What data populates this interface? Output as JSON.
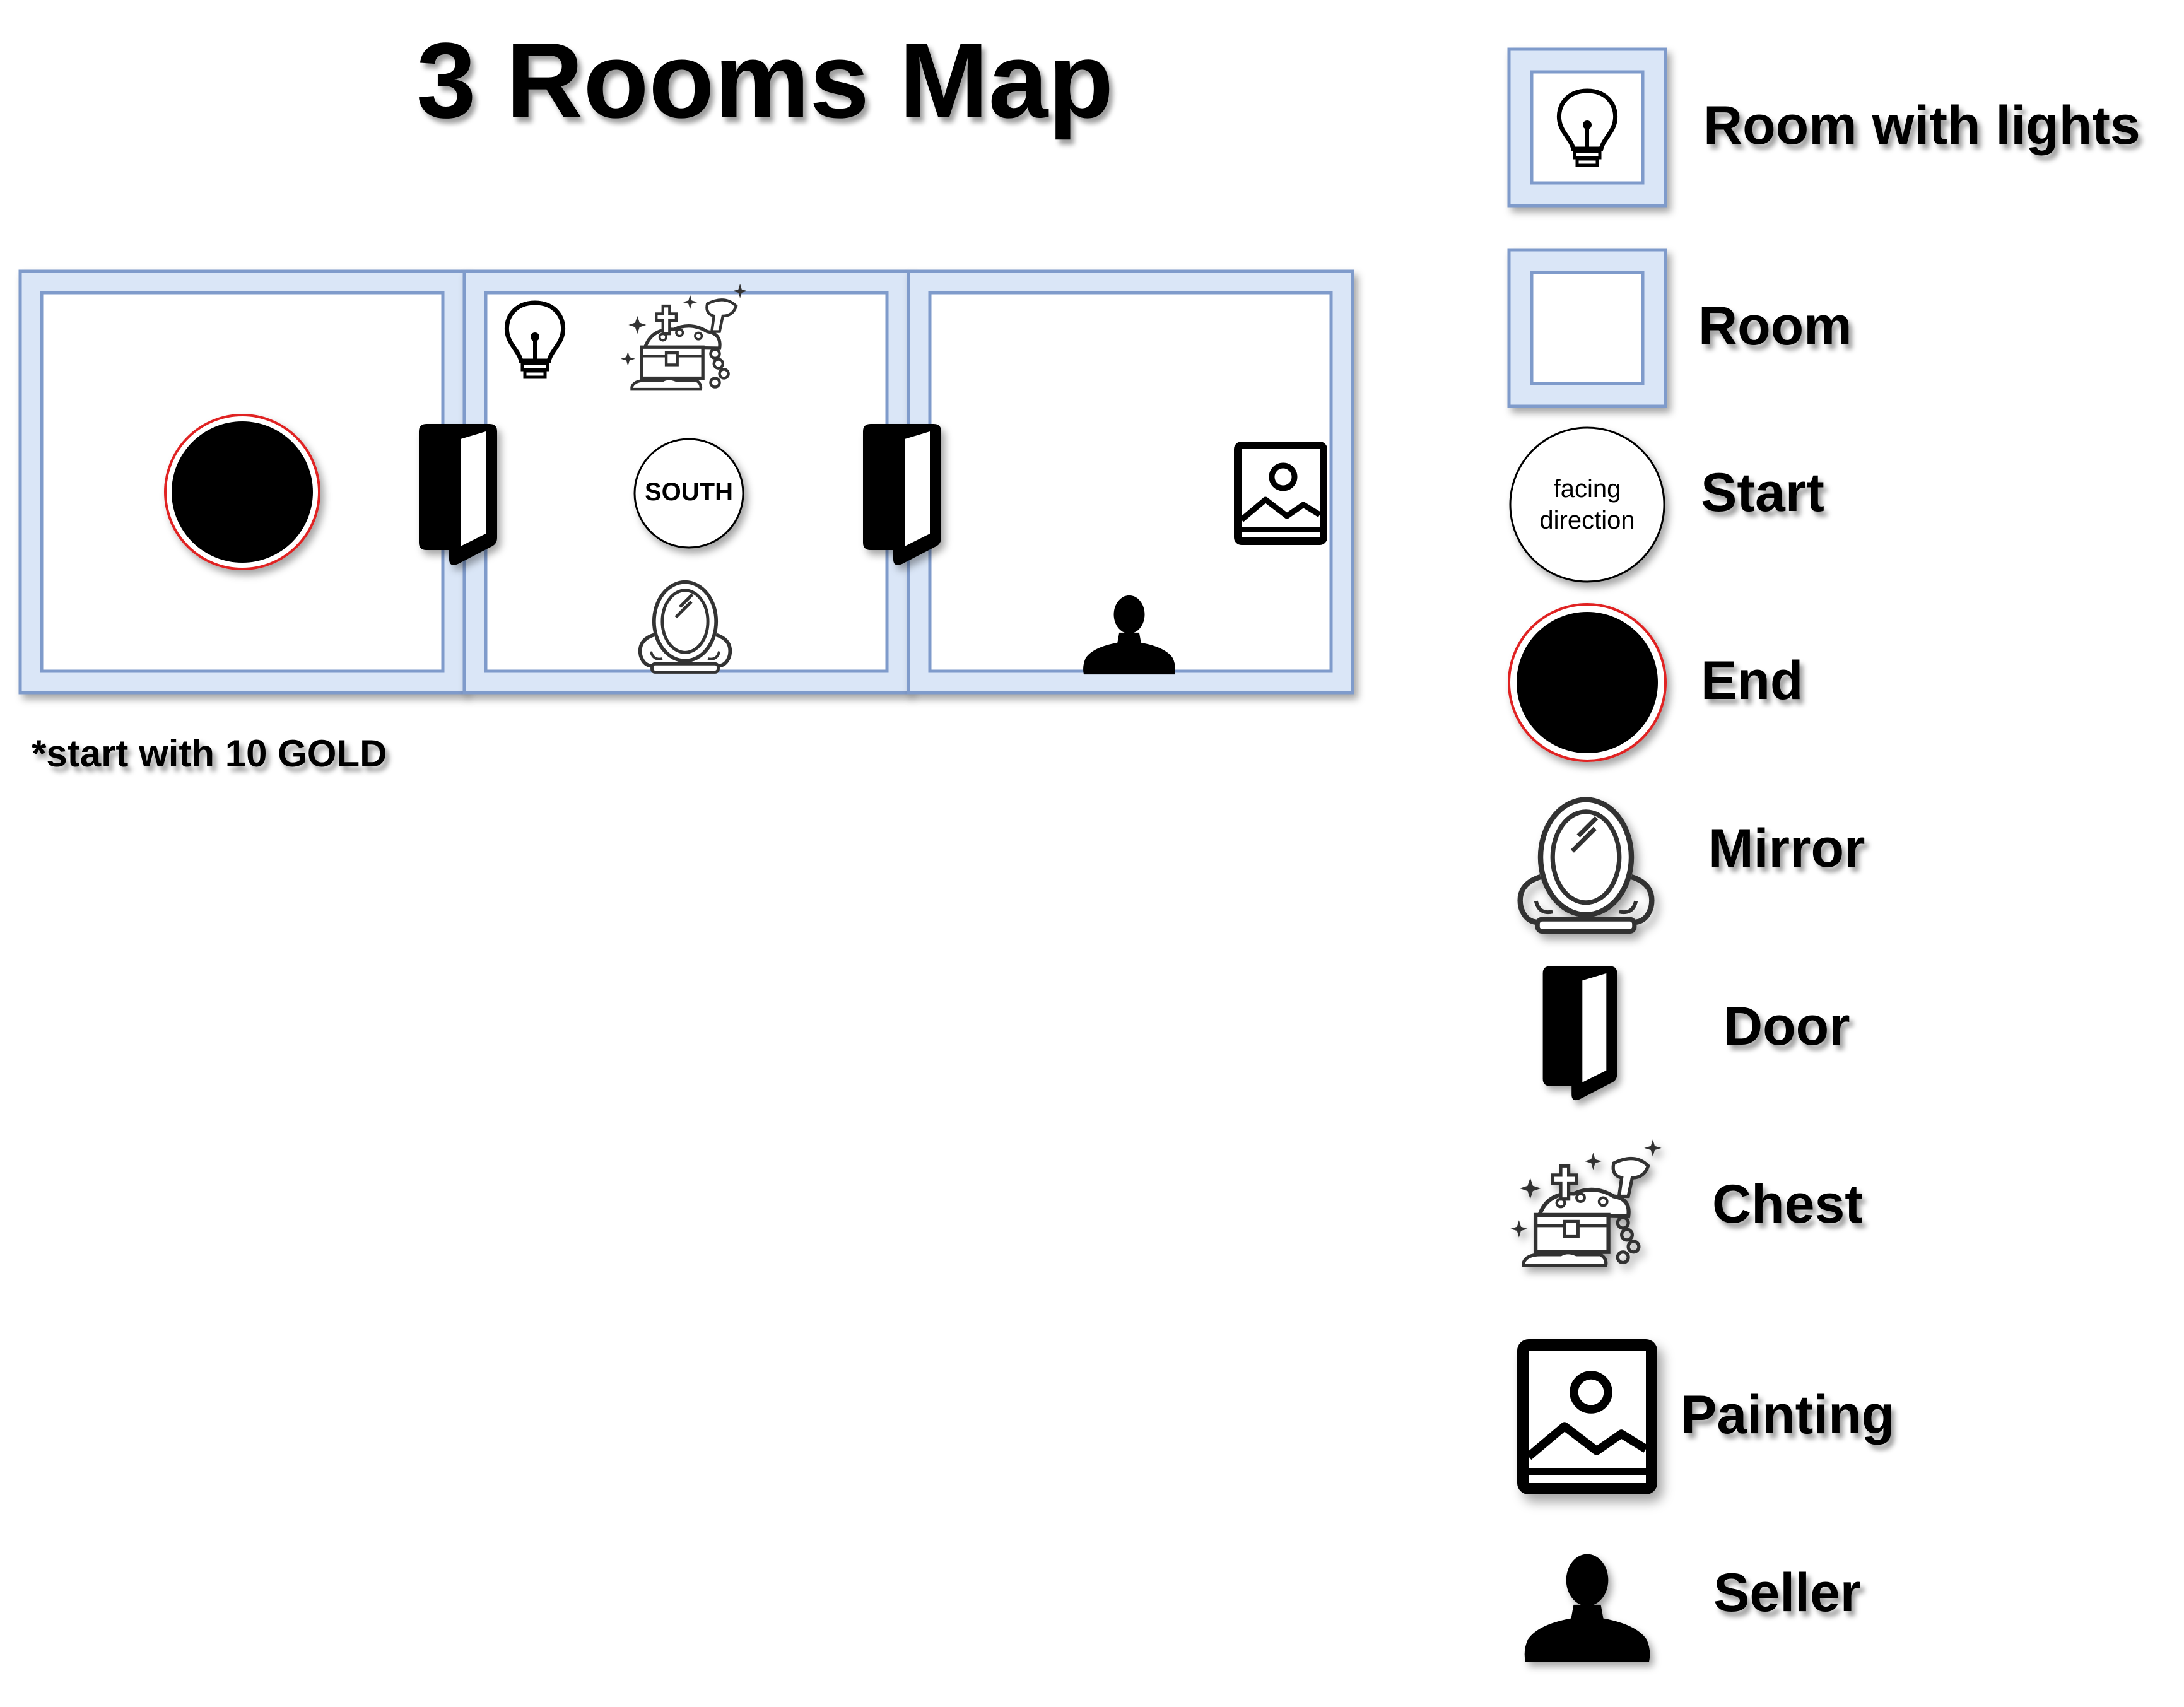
{
  "title": "3 Rooms Map",
  "note": "*start with 10 GOLD",
  "map": {
    "start_direction": "SOUTH"
  },
  "legend": {
    "room_with_lights": "Room with lights",
    "room": "Room",
    "start": "Start",
    "start_symbol_text": "facing direction",
    "end": "End",
    "mirror": "Mirror",
    "door": "Door",
    "chest": "Chest",
    "painting": "Painting",
    "seller": "Seller"
  },
  "icons": [
    "lightbulb-icon",
    "chest-icon",
    "mirror-icon",
    "door-icon",
    "painting-icon",
    "seller-icon",
    "end-circle-icon",
    "start-circle-icon"
  ],
  "colors": {
    "room_border_outer": "#7F9BCB",
    "room_fill": "#DAE6F7",
    "end_ring": "#E02020",
    "icon_dark": "#000000"
  }
}
